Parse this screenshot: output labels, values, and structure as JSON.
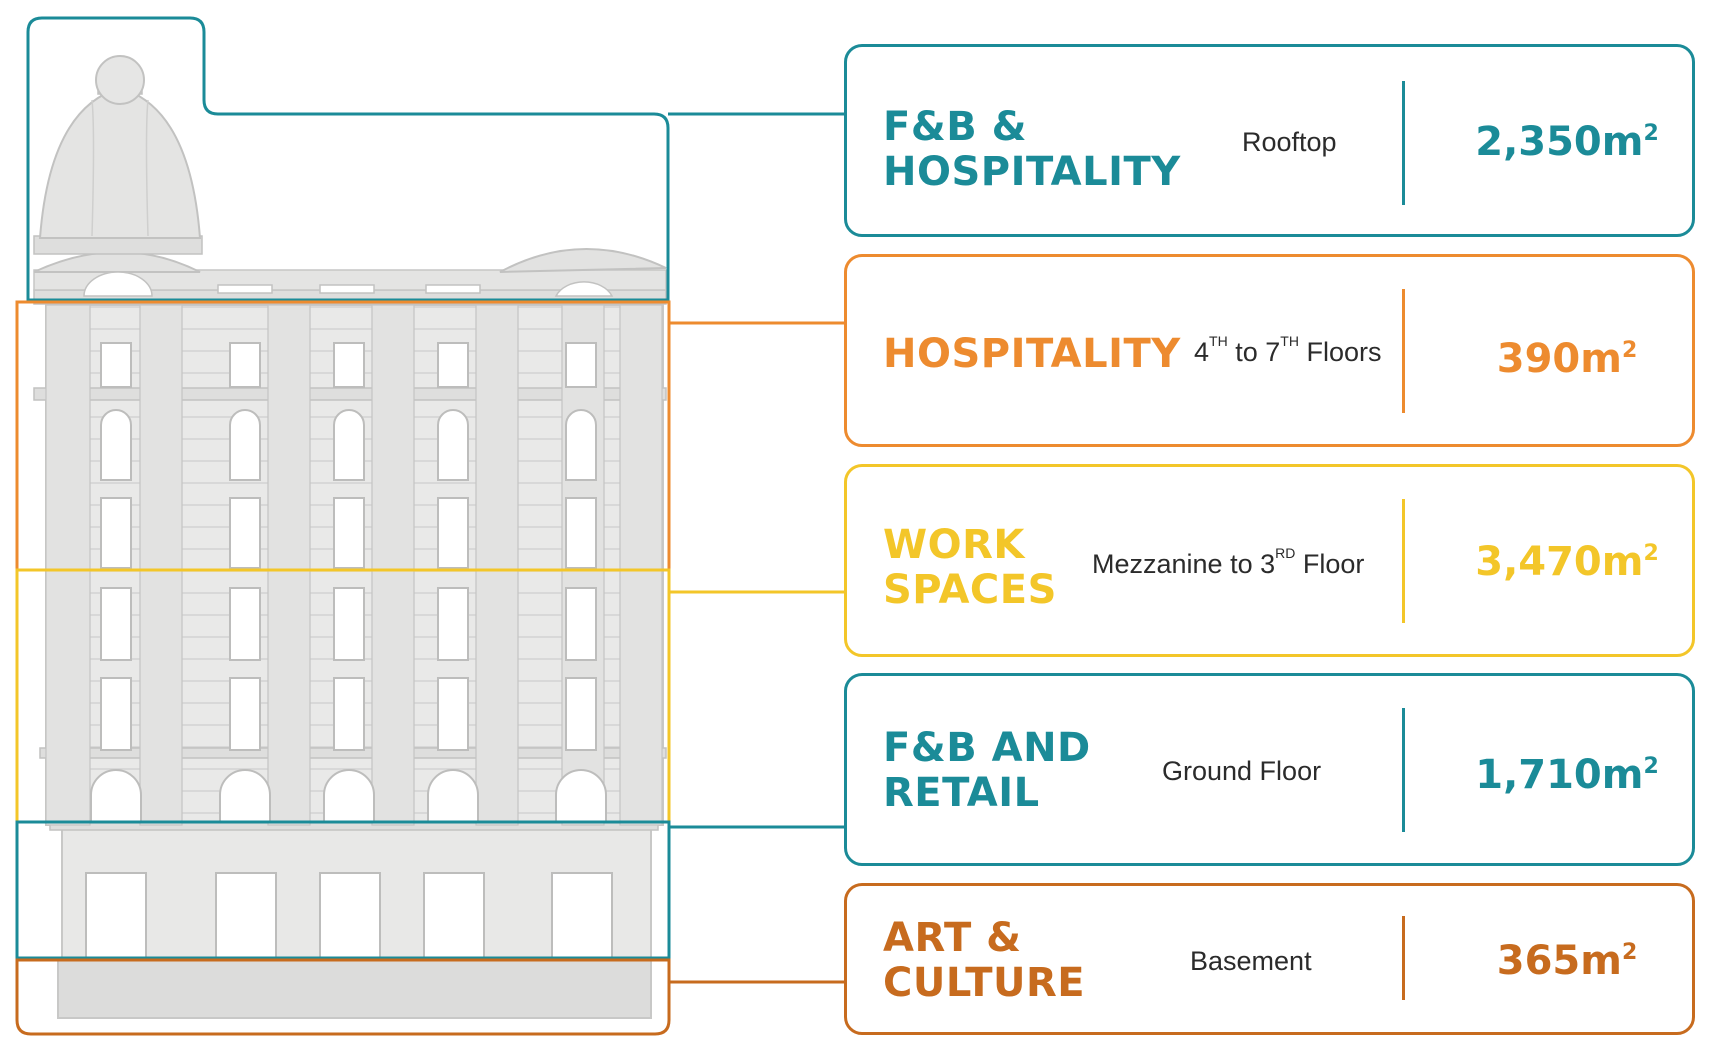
{
  "colors": {
    "teal": "#1b8b98",
    "orange": "#ed8b2f",
    "yellow": "#f3c629",
    "brown": "#c76b1e"
  },
  "zones": [
    {
      "title_line1": "F&B &",
      "title_line2": "HOSPITALITY",
      "floor": "Rooftop",
      "area": "2,350m",
      "area_sup": "2",
      "color": "#1b8b98"
    },
    {
      "title_line1": "HOSPITALITY",
      "floor_a": "4",
      "floor_a_sup": "TH",
      "floor_mid": "to",
      "floor_b": "7",
      "floor_b_sup": "TH",
      "floor_end": "Floors",
      "area": "390m",
      "area_sup": "2",
      "color": "#ed8b2f"
    },
    {
      "title_line1": "WORK",
      "title_line2": "SPACES",
      "floor_a": "Mezzanine to 3",
      "floor_a_sup": "RD",
      "floor_end": "Floor",
      "area": "3,470m",
      "area_sup": "2",
      "color": "#f3c629"
    },
    {
      "title_line1": "F&B AND",
      "title_line2": "RETAIL",
      "floor": "Ground  Floor",
      "area": "1,710m",
      "area_sup": "2",
      "color": "#1b8b98"
    },
    {
      "title_line1": "ART &",
      "title_line2": "CULTURE",
      "floor": "Basement",
      "area": "365m",
      "area_sup": "2",
      "color": "#c76b1e"
    }
  ]
}
